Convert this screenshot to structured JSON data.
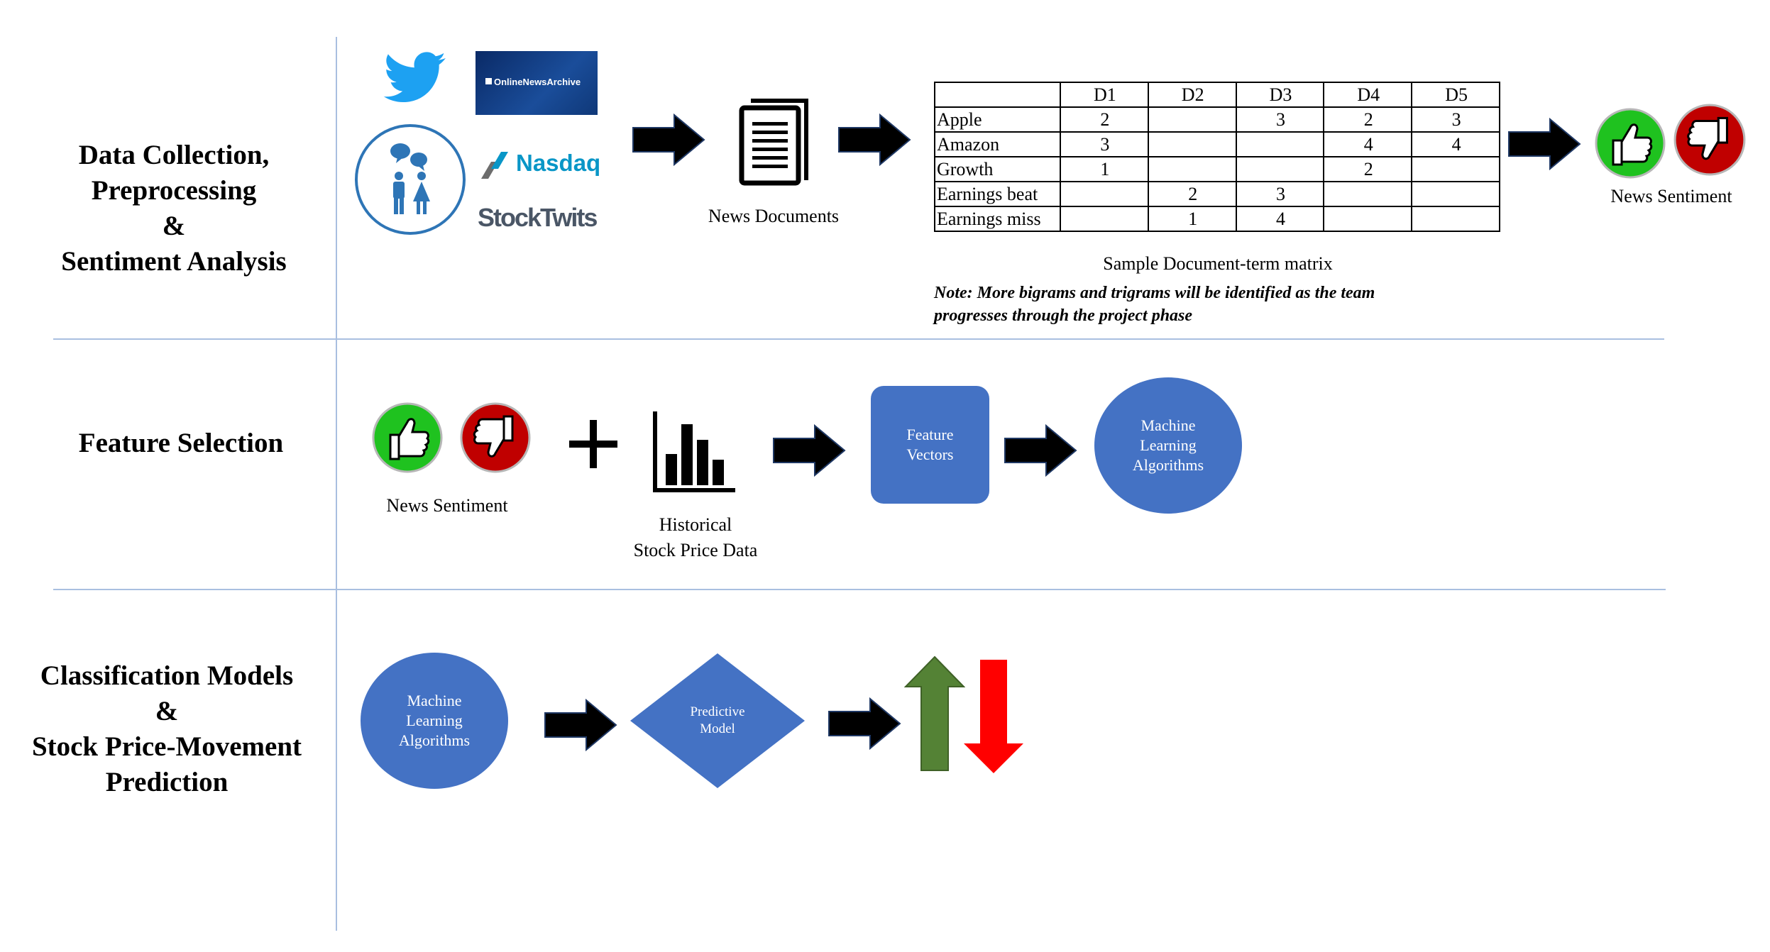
{
  "rows": {
    "row1_title": [
      "Data Collection,",
      "Preprocessing",
      "&",
      "Sentiment Analysis"
    ],
    "row2_title": "Feature Selection",
    "row3_title": [
      "Classification Models",
      "&",
      "Stock Price-Movement",
      "Prediction"
    ]
  },
  "sources": {
    "onlinenews_label": "OnlineNewsArchive",
    "nasdaq_label": "Nasdaq",
    "stocktwits_label": "StockTwits"
  },
  "news_documents_label": "News Documents",
  "dtm": {
    "headers": [
      "",
      "D1",
      "D2",
      "D3",
      "D4",
      "D5"
    ],
    "rows": [
      [
        "Apple",
        "2",
        "",
        "3",
        "2",
        "3"
      ],
      [
        "Amazon",
        "3",
        "",
        "",
        "4",
        "4"
      ],
      [
        "Growth",
        "1",
        "",
        "",
        "2",
        ""
      ],
      [
        "Earnings beat",
        "",
        "2",
        "3",
        "",
        ""
      ],
      [
        "Earnings miss",
        "",
        "1",
        "4",
        "",
        ""
      ]
    ],
    "caption": "Sample Document-term matrix",
    "note": "Note: More bigrams and trigrams will be identified as the team progresses through the project phase"
  },
  "news_sentiment_label": "News Sentiment",
  "feature": {
    "news_sentiment_label": "News Sentiment",
    "historical_label": [
      "Historical",
      "Stock Price Data"
    ],
    "feature_vectors": [
      "Feature",
      "Vectors"
    ],
    "ml_algorithms": [
      "Machine",
      "Learning",
      "Algorithms"
    ]
  },
  "classification": {
    "ml_algorithms": [
      "Machine",
      "Learning",
      "Algorithms"
    ],
    "predictive_model": [
      "Predictive",
      "Model"
    ]
  },
  "colors": {
    "thumbs_up": "#1fc21f",
    "thumbs_down": "#c00000",
    "shape_blue": "#4472c4",
    "up_arrow": "#548235",
    "down_arrow": "#ff0000",
    "divider": "#a9bfe0",
    "twitter": "#1da1f2",
    "nasdaq": "#0996c7"
  }
}
